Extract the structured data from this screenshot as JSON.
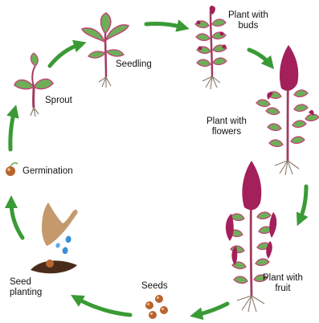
{
  "stages": {
    "sprout": "Sprout",
    "seedling": "Seedling",
    "buds_line1": "Plant with",
    "buds_line2": "buds",
    "flowers_line1": "Plant with",
    "flowers_line2": "flowers",
    "fruit_line1": "Plant with",
    "fruit_line2": "fruit",
    "seeds": "Seeds",
    "planting_line1": "Seed",
    "planting_line2": "planting",
    "germination": "Germination"
  },
  "icons": {
    "cycle_arrows": "green-curved-arrow",
    "seed": "brown-seed",
    "hand": "hand-dropping-seeds",
    "water": "blue-water-drops"
  },
  "colors": {
    "arrow": "#3a9a35",
    "leaf": "#6fae58",
    "leaf_edge": "#c0487a",
    "stem": "#a13a5f",
    "flower": "#a3205a",
    "root": "#8a7a6a",
    "seed": "#b8652f",
    "soil": "#4a2c1a",
    "hand": "#c49a6c",
    "water": "#3a8fd8"
  }
}
